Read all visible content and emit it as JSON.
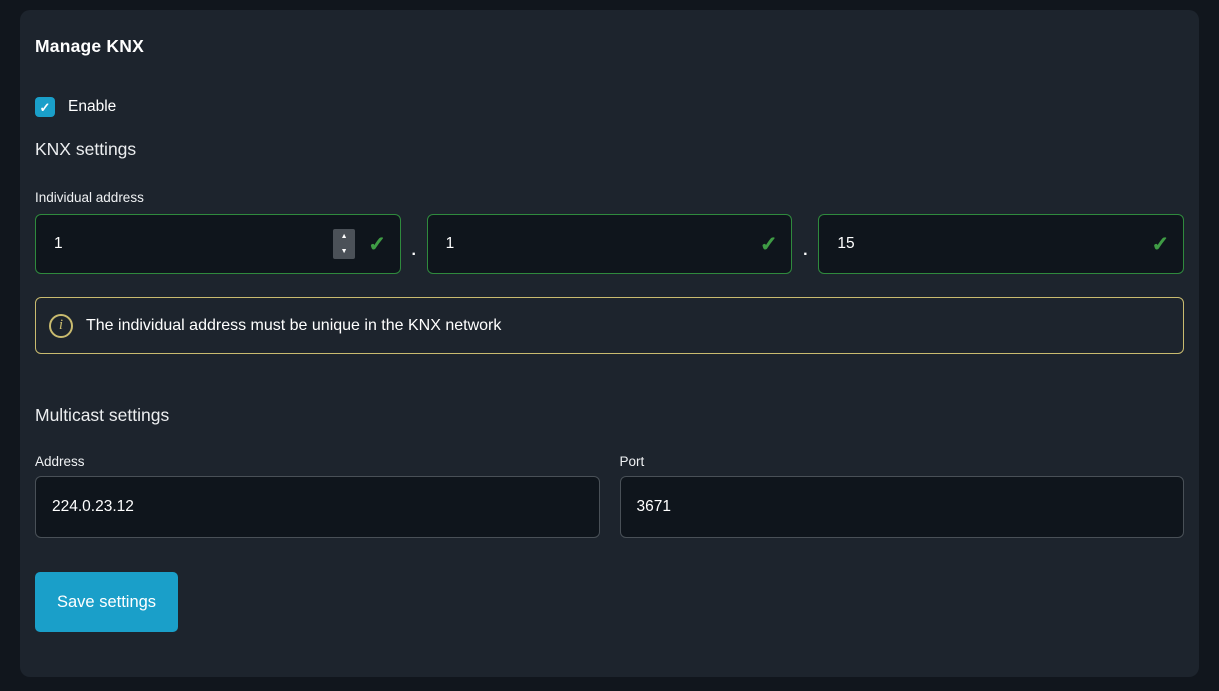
{
  "page": {
    "title": "Manage KNX"
  },
  "enable": {
    "label": "Enable",
    "checked": true
  },
  "knx_settings": {
    "heading": "KNX settings",
    "individual_address": {
      "label": "Individual address",
      "separator": ".",
      "parts": [
        {
          "value": "1",
          "valid": true,
          "has_spinner": true
        },
        {
          "value": "1",
          "valid": true,
          "has_spinner": false
        },
        {
          "value": "15",
          "valid": true,
          "has_spinner": false
        }
      ]
    },
    "info_message": "The individual address must be unique in the KNX network"
  },
  "multicast": {
    "heading": "Multicast settings",
    "address": {
      "label": "Address",
      "value": "224.0.23.12"
    },
    "port": {
      "label": "Port",
      "value": "3671"
    }
  },
  "actions": {
    "save_label": "Save settings"
  },
  "icons": {
    "check": "✓",
    "spinner_up": "▲",
    "spinner_down": "▼",
    "info": "i"
  },
  "colors": {
    "accent_blue": "#1a9fc9",
    "valid_green_border": "#2f8a3d",
    "valid_green_check": "#3f9c45",
    "info_border": "#c9bb6f",
    "card_background": "#1d242d",
    "page_background": "#11161d",
    "input_background": "#0f151c",
    "input_border_gray": "#495057"
  }
}
